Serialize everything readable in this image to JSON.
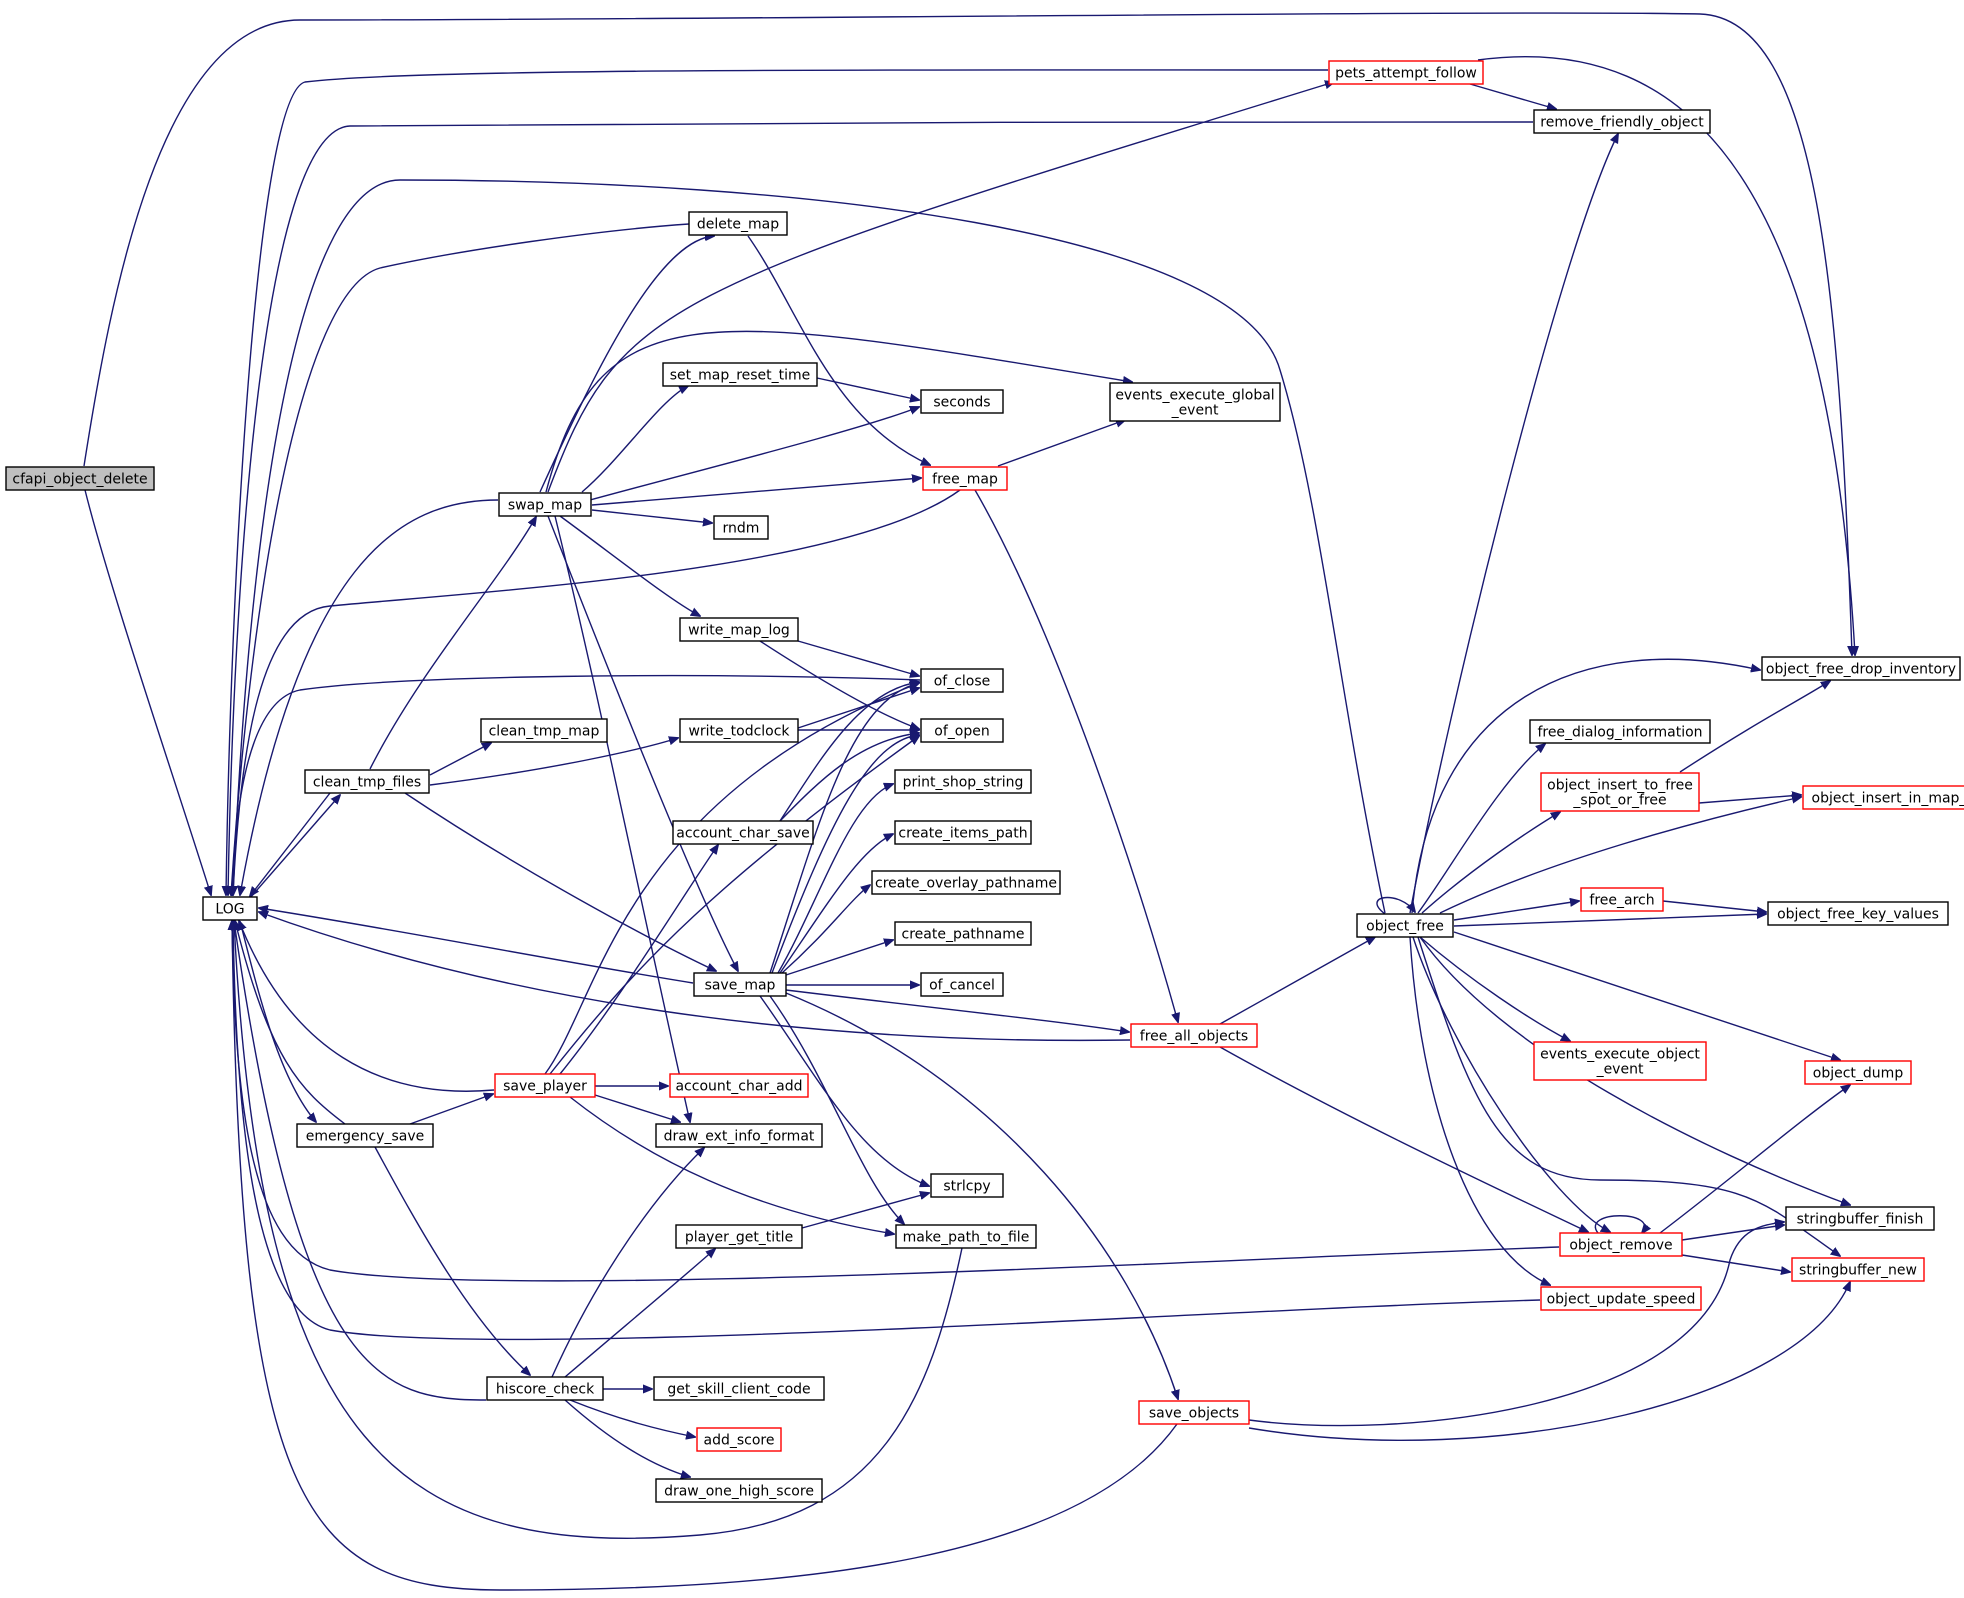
{
  "graph": {
    "root": "cfapi_object_delete",
    "colors": {
      "edge": "#191970",
      "red_border": "#ff0000",
      "black_border": "#000000",
      "root_fill": "#bfbfbf"
    },
    "nodes": [
      {
        "id": "cfapi_object_delete",
        "lines": [
          "cfapi_object_delete"
        ],
        "style": "current"
      },
      {
        "id": "LOG",
        "lines": [
          "LOG"
        ],
        "style": "black"
      },
      {
        "id": "pets_attempt_follow",
        "lines": [
          "pets_attempt_follow"
        ],
        "style": "red"
      },
      {
        "id": "remove_friendly_object",
        "lines": [
          "remove_friendly_object"
        ],
        "style": "black"
      },
      {
        "id": "object_free_drop_inventory",
        "lines": [
          "object_free_drop_inventory"
        ],
        "style": "black"
      },
      {
        "id": "delete_map",
        "lines": [
          "delete_map"
        ],
        "style": "black"
      },
      {
        "id": "set_map_reset_time",
        "lines": [
          "set_map_reset_time"
        ],
        "style": "black"
      },
      {
        "id": "seconds",
        "lines": [
          "seconds"
        ],
        "style": "black"
      },
      {
        "id": "events_execute_global_event",
        "lines": [
          "events_execute_global",
          "_event"
        ],
        "style": "black"
      },
      {
        "id": "swap_map",
        "lines": [
          "swap_map"
        ],
        "style": "black"
      },
      {
        "id": "free_map",
        "lines": [
          "free_map"
        ],
        "style": "red"
      },
      {
        "id": "rndm",
        "lines": [
          "rndm"
        ],
        "style": "black"
      },
      {
        "id": "write_map_log",
        "lines": [
          "write_map_log"
        ],
        "style": "black"
      },
      {
        "id": "of_close",
        "lines": [
          "of_close"
        ],
        "style": "black"
      },
      {
        "id": "clean_tmp_map",
        "lines": [
          "clean_tmp_map"
        ],
        "style": "black"
      },
      {
        "id": "write_todclock",
        "lines": [
          "write_todclock"
        ],
        "style": "black"
      },
      {
        "id": "of_open",
        "lines": [
          "of_open"
        ],
        "style": "black"
      },
      {
        "id": "clean_tmp_files",
        "lines": [
          "clean_tmp_files"
        ],
        "style": "black"
      },
      {
        "id": "print_shop_string",
        "lines": [
          "print_shop_string"
        ],
        "style": "black"
      },
      {
        "id": "account_char_save",
        "lines": [
          "account_char_save"
        ],
        "style": "black"
      },
      {
        "id": "create_items_path",
        "lines": [
          "create_items_path"
        ],
        "style": "black"
      },
      {
        "id": "create_overlay_pathname",
        "lines": [
          "create_overlay_pathname"
        ],
        "style": "black"
      },
      {
        "id": "create_pathname",
        "lines": [
          "create_pathname"
        ],
        "style": "black"
      },
      {
        "id": "save_map",
        "lines": [
          "save_map"
        ],
        "style": "black"
      },
      {
        "id": "of_cancel",
        "lines": [
          "of_cancel"
        ],
        "style": "black"
      },
      {
        "id": "free_all_objects",
        "lines": [
          "free_all_objects"
        ],
        "style": "red"
      },
      {
        "id": "object_free",
        "lines": [
          "object_free"
        ],
        "style": "black"
      },
      {
        "id": "free_dialog_information",
        "lines": [
          "free_dialog_information"
        ],
        "style": "black"
      },
      {
        "id": "object_insert_to_free_spot_or_free",
        "lines": [
          "object_insert_to_free",
          "_spot_or_free"
        ],
        "style": "red"
      },
      {
        "id": "object_insert_in_map_at",
        "lines": [
          "object_insert_in_map_at"
        ],
        "style": "red"
      },
      {
        "id": "free_arch",
        "lines": [
          "free_arch"
        ],
        "style": "red"
      },
      {
        "id": "object_free_key_values",
        "lines": [
          "object_free_key_values"
        ],
        "style": "black"
      },
      {
        "id": "events_execute_object_event",
        "lines": [
          "events_execute_object",
          "_event"
        ],
        "style": "red"
      },
      {
        "id": "object_dump",
        "lines": [
          "object_dump"
        ],
        "style": "red"
      },
      {
        "id": "save_player",
        "lines": [
          "save_player"
        ],
        "style": "red"
      },
      {
        "id": "account_char_add",
        "lines": [
          "account_char_add"
        ],
        "style": "red"
      },
      {
        "id": "emergency_save",
        "lines": [
          "emergency_save"
        ],
        "style": "black"
      },
      {
        "id": "draw_ext_info_format",
        "lines": [
          "draw_ext_info_format"
        ],
        "style": "black"
      },
      {
        "id": "strlcpy",
        "lines": [
          "strlcpy"
        ],
        "style": "black"
      },
      {
        "id": "stringbuffer_finish",
        "lines": [
          "stringbuffer_finish"
        ],
        "style": "black"
      },
      {
        "id": "player_get_title",
        "lines": [
          "player_get_title"
        ],
        "style": "black"
      },
      {
        "id": "make_path_to_file",
        "lines": [
          "make_path_to_file"
        ],
        "style": "black"
      },
      {
        "id": "object_remove",
        "lines": [
          "object_remove"
        ],
        "style": "red"
      },
      {
        "id": "stringbuffer_new",
        "lines": [
          "stringbuffer_new"
        ],
        "style": "red"
      },
      {
        "id": "object_update_speed",
        "lines": [
          "object_update_speed"
        ],
        "style": "red"
      },
      {
        "id": "hiscore_check",
        "lines": [
          "hiscore_check"
        ],
        "style": "black"
      },
      {
        "id": "get_skill_client_code",
        "lines": [
          "get_skill_client_code"
        ],
        "style": "black"
      },
      {
        "id": "save_objects",
        "lines": [
          "save_objects"
        ],
        "style": "red"
      },
      {
        "id": "add_score",
        "lines": [
          "add_score"
        ],
        "style": "red"
      },
      {
        "id": "draw_one_high_score",
        "lines": [
          "draw_one_high_score"
        ],
        "style": "black"
      }
    ]
  }
}
